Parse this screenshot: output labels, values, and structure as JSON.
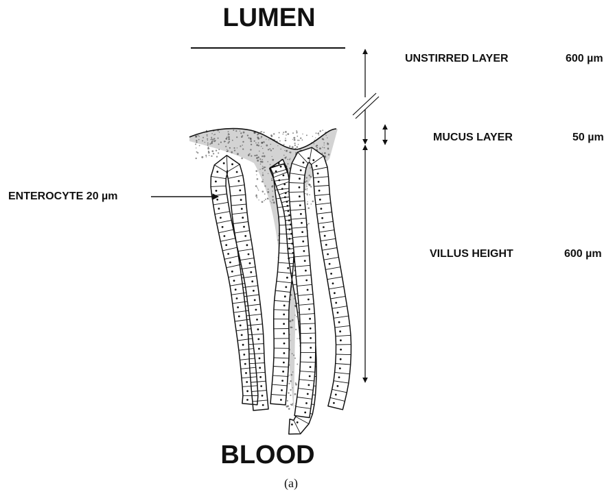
{
  "labels": {
    "top": "LUMEN",
    "bottom": "BLOOD",
    "caption": "(a)",
    "enterocyte": "ENTEROCYTE 20 µm"
  },
  "layers": [
    {
      "name": "UNSTIRRED LAYER",
      "size": "600 µm"
    },
    {
      "name": "MUCUS LAYER",
      "size": "50 µm"
    },
    {
      "name": "VILLUS HEIGHT",
      "size": "600 µm"
    }
  ],
  "colors": {
    "ink": "#111111",
    "background": "#ffffff"
  }
}
